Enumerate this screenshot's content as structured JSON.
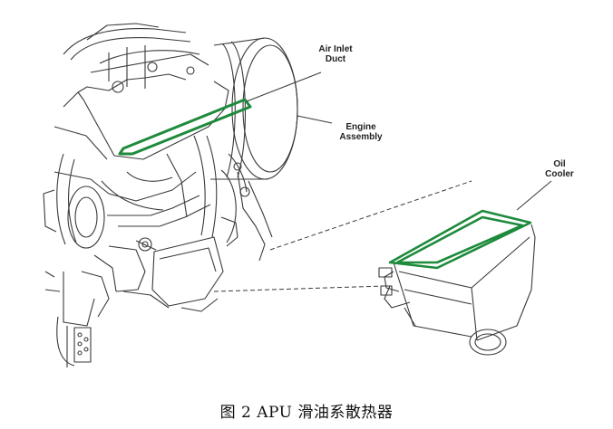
{
  "callouts": {
    "air_inlet_duct": [
      "Air Inlet",
      "Duct"
    ],
    "engine_assembly": [
      "Engine",
      "Assembly"
    ],
    "oil_cooler": [
      "Oil",
      "Cooler"
    ]
  },
  "caption": "图 2 APU 滑油系散热器",
  "colors": {
    "highlight": "#1e8a3c",
    "line": "#3a3a3a"
  }
}
